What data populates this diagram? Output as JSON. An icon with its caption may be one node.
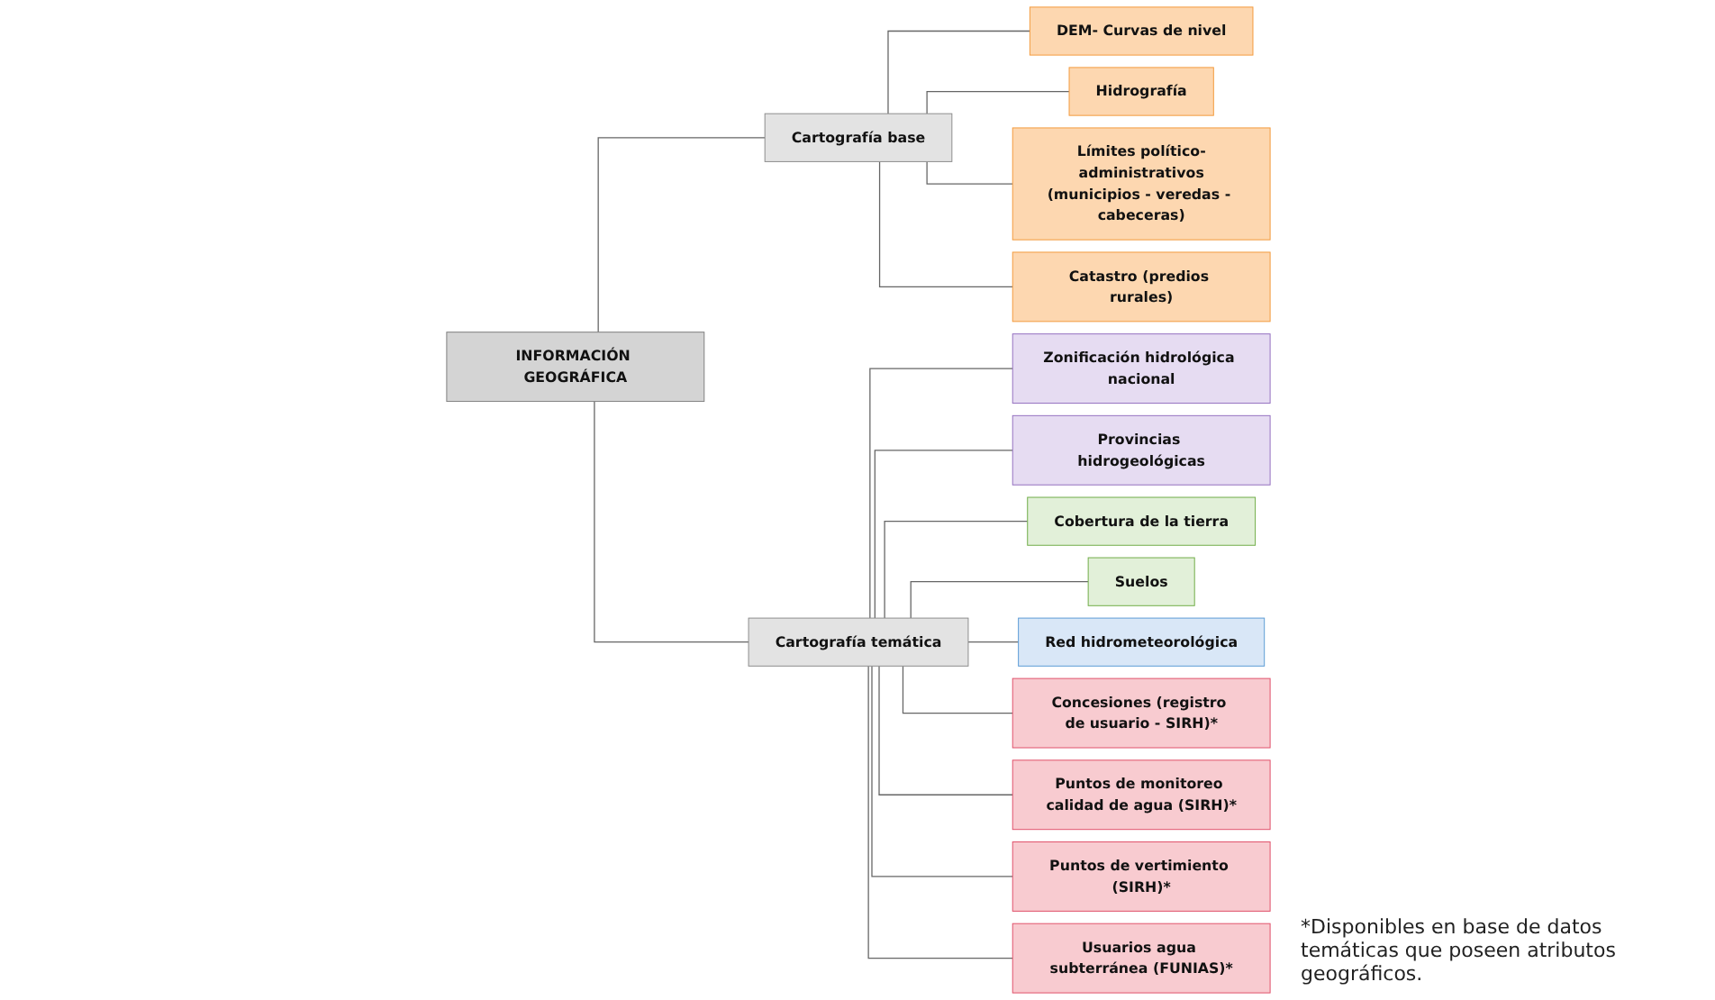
{
  "diagram": {
    "nodes": [
      {
        "text": [
          "INFORMACIÓN GEOGRÁFICA"
        ]
      },
      {
        "text": [
          "Cartografía base"
        ]
      },
      {
        "text": [
          "Cartografía temática"
        ]
      },
      {
        "text": [
          "DEM- Curvas de nivel"
        ]
      },
      {
        "text": [
          "Hidrografía"
        ]
      },
      {
        "text": [
          "Límites político-administrativos",
          "(municipios - veredas - cabeceras)"
        ]
      },
      {
        "text": [
          "Catastro (predios rurales)"
        ]
      },
      {
        "text": [
          "Zonificación hidrológica nacional"
        ]
      },
      {
        "text": [
          "Provincias hidrogeológicas"
        ]
      },
      {
        "text": [
          "Cobertura de la tierra"
        ]
      },
      {
        "text": [
          "Suelos"
        ]
      },
      {
        "text": [
          "Red hidrometeorológica"
        ]
      },
      {
        "text": [
          "Concesiones (registro de usuario - SIRH)*"
        ]
      },
      {
        "text": [
          "Puntos de monitoreo calidad de agua (SIRH)*"
        ]
      },
      {
        "text": [
          "Puntos de vertimiento (SIRH)*"
        ]
      },
      {
        "text": [
          "Usuarios agua subterránea (FUNIAS)*"
        ]
      }
    ],
    "edges": [
      {
        "from": 0,
        "to": 1,
        "arrow": "none"
      },
      {
        "from": 0,
        "to": 2,
        "arrow": "none"
      },
      {
        "from": 1,
        "to": 3,
        "arrow": "none"
      },
      {
        "from": 1,
        "to": 4,
        "arrow": "none"
      },
      {
        "from": 1,
        "to": 5,
        "arrow": "none"
      },
      {
        "from": 1,
        "to": 6,
        "arrow": "none"
      },
      {
        "from": 2,
        "to": 7,
        "arrow": "none"
      },
      {
        "from": 2,
        "to": 8,
        "arrow": "none"
      },
      {
        "from": 2,
        "to": 9,
        "arrow": "none"
      },
      {
        "from": 2,
        "to": 10,
        "arrow": "none"
      },
      {
        "from": 2,
        "to": 11,
        "arrow": "none"
      },
      {
        "from": 2,
        "to": 12,
        "arrow": "none"
      },
      {
        "from": 2,
        "to": 13,
        "arrow": "none"
      },
      {
        "from": 2,
        "to": 14,
        "arrow": "none"
      },
      {
        "from": 2,
        "to": 15,
        "arrow": "none"
      }
    ],
    "labels": [
      "*Disponibles en base de datos temáticas que poseen atributos geográficos."
    ]
  }
}
